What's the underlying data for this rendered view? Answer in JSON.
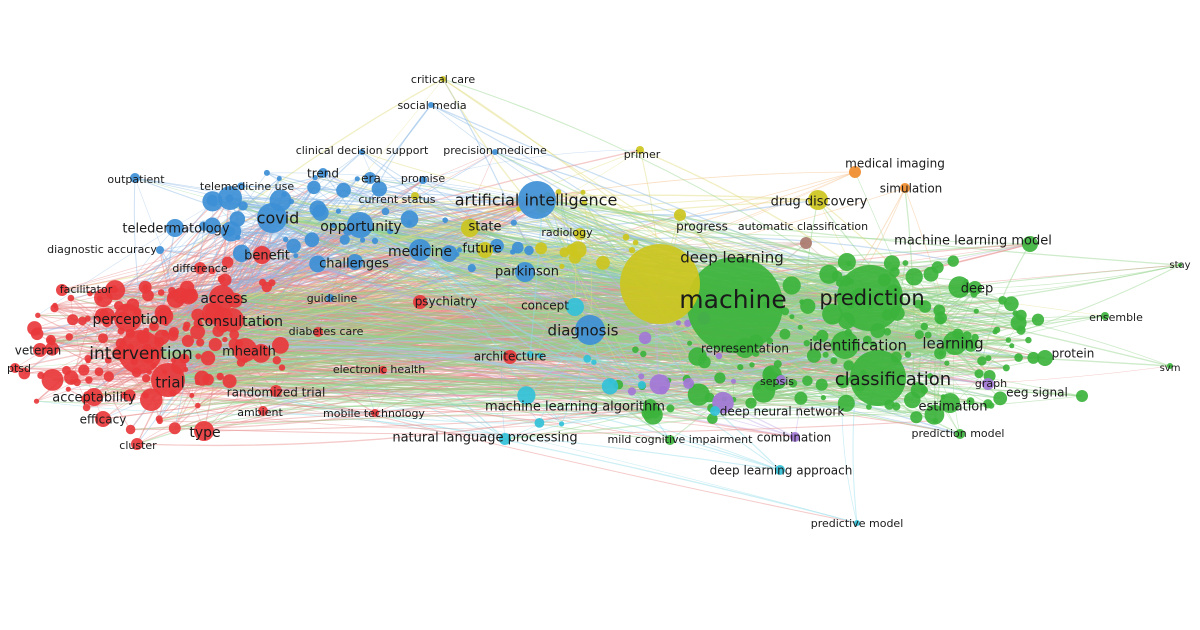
{
  "clusters": {
    "red": {
      "color": "#e8383b",
      "edge": "#e8898a"
    },
    "blue": {
      "color": "#3d8fd6",
      "edge": "#8ab8e4"
    },
    "green": {
      "color": "#3cb33c",
      "edge": "#93d28a"
    },
    "yellow": {
      "color": "#ccc51e",
      "edge": "#e0db7c"
    },
    "purple": {
      "color": "#a277d6",
      "edge": "#c6ade8"
    },
    "cyan": {
      "color": "#33c1d8",
      "edge": "#8fdbe8"
    },
    "orange": {
      "color": "#f08c2c",
      "edge": "#f4b97c"
    },
    "brown": {
      "color": "#a97a6c",
      "edge": "#c9a79c"
    }
  },
  "terms": [
    {
      "id": "machine",
      "label": "machine",
      "cluster": "green",
      "weight": 10
    },
    {
      "id": "prediction",
      "label": "prediction",
      "cluster": "green",
      "weight": 8
    },
    {
      "id": "classification",
      "label": "classification",
      "cluster": "green",
      "weight": 7
    },
    {
      "id": "identification",
      "label": "identification",
      "cluster": "green",
      "weight": 5
    },
    {
      "id": "learning",
      "label": "learning",
      "cluster": "green",
      "weight": 5
    },
    {
      "id": "representation",
      "label": "representation",
      "cluster": "green",
      "weight": 4
    },
    {
      "id": "machine-learning-model",
      "label": "machine learning model",
      "cluster": "green",
      "weight": 3
    },
    {
      "id": "deep",
      "label": "deep",
      "cluster": "green",
      "weight": 3
    },
    {
      "id": "protein",
      "label": "protein",
      "cluster": "green",
      "weight": 3
    },
    {
      "id": "estimation",
      "label": "estimation",
      "cluster": "green",
      "weight": 3
    },
    {
      "id": "eeg-signal",
      "label": "eeg signal",
      "cluster": "green",
      "weight": 2
    },
    {
      "id": "prediction-model",
      "label": "prediction model",
      "cluster": "green",
      "weight": 2
    },
    {
      "id": "ensemble",
      "label": "ensemble",
      "cluster": "green",
      "weight": 2
    },
    {
      "id": "svm",
      "label": "svm",
      "cluster": "green",
      "weight": 1
    },
    {
      "id": "stay",
      "label": "stay",
      "cluster": "green",
      "weight": 1
    },
    {
      "id": "machine-learning-algorithm",
      "label": "machine learning algorithm",
      "cluster": "green",
      "weight": 3
    },
    {
      "id": "mild-cognitive-impairment",
      "label": "mild cognitive impairment",
      "cluster": "green",
      "weight": 2
    },
    {
      "id": "architecture",
      "label": "architecture",
      "cluster": "red",
      "weight": 2
    },
    {
      "id": "deep-learning",
      "label": "deep learning",
      "cluster": "yellow",
      "weight": 8
    },
    {
      "id": "artificial-intelligence",
      "label": "artificial intelligence",
      "cluster": "blue",
      "weight": 6
    },
    {
      "id": "drug-discovery",
      "label": "drug discovery",
      "cluster": "yellow",
      "weight": 3
    },
    {
      "id": "progress",
      "label": "progress",
      "cluster": "yellow",
      "weight": 2
    },
    {
      "id": "state",
      "label": "state",
      "cluster": "yellow",
      "weight": 3
    },
    {
      "id": "future",
      "label": "future",
      "cluster": "yellow",
      "weight": 3
    },
    {
      "id": "radiology",
      "label": "radiology",
      "cluster": "yellow",
      "weight": 2
    },
    {
      "id": "primer",
      "label": "primer",
      "cluster": "yellow",
      "weight": 1
    },
    {
      "id": "critical-care",
      "label": "critical care",
      "cluster": "yellow",
      "weight": 1
    },
    {
      "id": "current-status",
      "label": "current status",
      "cluster": "yellow",
      "weight": 1
    },
    {
      "id": "sepsis",
      "label": "sepsis",
      "cluster": "purple",
      "weight": 2
    },
    {
      "id": "graph",
      "label": "graph",
      "cluster": "purple",
      "weight": 2
    },
    {
      "id": "concept",
      "label": "concept",
      "cluster": "cyan",
      "weight": 3
    },
    {
      "id": "diagnosis",
      "label": "diagnosis",
      "cluster": "blue",
      "weight": 5
    },
    {
      "id": "deep-neural-network",
      "label": "deep neural network",
      "cluster": "cyan",
      "weight": 2
    },
    {
      "id": "combination",
      "label": "combination",
      "cluster": "purple",
      "weight": 2
    },
    {
      "id": "deep-learning-approach",
      "label": "deep learning approach",
      "cluster": "cyan",
      "weight": 2
    },
    {
      "id": "predictive-model",
      "label": "predictive model",
      "cluster": "cyan",
      "weight": 1
    },
    {
      "id": "natural-language-processing",
      "label": "natural language processing",
      "cluster": "cyan",
      "weight": 3
    },
    {
      "id": "automatic-classification",
      "label": "automatic classification",
      "cluster": "brown",
      "weight": 2
    },
    {
      "id": "medical-imaging",
      "label": "medical imaging",
      "cluster": "orange",
      "weight": 2
    },
    {
      "id": "simulation",
      "label": "simulation",
      "cluster": "orange",
      "weight": 2
    },
    {
      "id": "covid",
      "label": "covid",
      "cluster": "blue",
      "weight": 5
    },
    {
      "id": "opportunity",
      "label": "opportunity",
      "cluster": "blue",
      "weight": 4
    },
    {
      "id": "medicine",
      "label": "medicine",
      "cluster": "blue",
      "weight": 4
    },
    {
      "id": "parkinson",
      "label": "parkinson",
      "cluster": "blue",
      "weight": 3
    },
    {
      "id": "challenges",
      "label": "challenges",
      "cluster": "blue",
      "weight": 3
    },
    {
      "id": "teledermatology",
      "label": "teledermatology",
      "cluster": "blue",
      "weight": 3
    },
    {
      "id": "telemedicine-use",
      "label": "telemedicine use",
      "cluster": "blue",
      "weight": 2
    },
    {
      "id": "outpatient",
      "label": "outpatient",
      "cluster": "blue",
      "weight": 2
    },
    {
      "id": "diagnostic-accuracy",
      "label": "diagnostic accuracy",
      "cluster": "blue",
      "weight": 2
    },
    {
      "id": "clinical-decision-support",
      "label": "clinical decision support",
      "cluster": "blue",
      "weight": 2
    },
    {
      "id": "precision-medicine",
      "label": "precision medicine",
      "cluster": "blue",
      "weight": 2
    },
    {
      "id": "trend",
      "label": "trend",
      "cluster": "blue",
      "weight": 2
    },
    {
      "id": "era",
      "label": "era",
      "cluster": "blue",
      "weight": 2
    },
    {
      "id": "promise",
      "label": "promise",
      "cluster": "blue",
      "weight": 2
    },
    {
      "id": "guideline",
      "label": "guideline",
      "cluster": "blue",
      "weight": 2
    },
    {
      "id": "social-media",
      "label": "social media",
      "cluster": "blue",
      "weight": 1
    },
    {
      "id": "benefit",
      "label": "benefit",
      "cluster": "red",
      "weight": 3
    },
    {
      "id": "psychiatry",
      "label": "psychiatry",
      "cluster": "red",
      "weight": 3
    },
    {
      "id": "intervention",
      "label": "intervention",
      "cluster": "red",
      "weight": 7
    },
    {
      "id": "trial",
      "label": "trial",
      "cluster": "red",
      "weight": 6
    },
    {
      "id": "perception",
      "label": "perception",
      "cluster": "red",
      "weight": 4
    },
    {
      "id": "access",
      "label": "access",
      "cluster": "red",
      "weight": 4
    },
    {
      "id": "consultation",
      "label": "consultation",
      "cluster": "red",
      "weight": 4
    },
    {
      "id": "mhealth",
      "label": "mhealth",
      "cluster": "red",
      "weight": 4
    },
    {
      "id": "type",
      "label": "type",
      "cluster": "red",
      "weight": 3
    },
    {
      "id": "acceptability",
      "label": "acceptability",
      "cluster": "red",
      "weight": 3
    },
    {
      "id": "efficacy",
      "label": "efficacy",
      "cluster": "red",
      "weight": 3
    },
    {
      "id": "veteran",
      "label": "veteran",
      "cluster": "red",
      "weight": 2
    },
    {
      "id": "ptsd",
      "label": "ptsd",
      "cluster": "red",
      "weight": 2
    },
    {
      "id": "cluster",
      "label": "cluster",
      "cluster": "red",
      "weight": 2
    },
    {
      "id": "facilitator",
      "label": "facilitator",
      "cluster": "red",
      "weight": 2
    },
    {
      "id": "difference",
      "label": "difference",
      "cluster": "red",
      "weight": 2
    },
    {
      "id": "diabetes-care",
      "label": "diabetes care",
      "cluster": "red",
      "weight": 2
    },
    {
      "id": "randomized-trial",
      "label": "randomized trial",
      "cluster": "red",
      "weight": 2
    },
    {
      "id": "ambient",
      "label": "ambient",
      "cluster": "red",
      "weight": 2
    },
    {
      "id": "electronic-health",
      "label": "electronic health",
      "cluster": "red",
      "weight": 2
    },
    {
      "id": "mobile-technology",
      "label": "mobile technology",
      "cluster": "red",
      "weight": 2
    }
  ]
}
